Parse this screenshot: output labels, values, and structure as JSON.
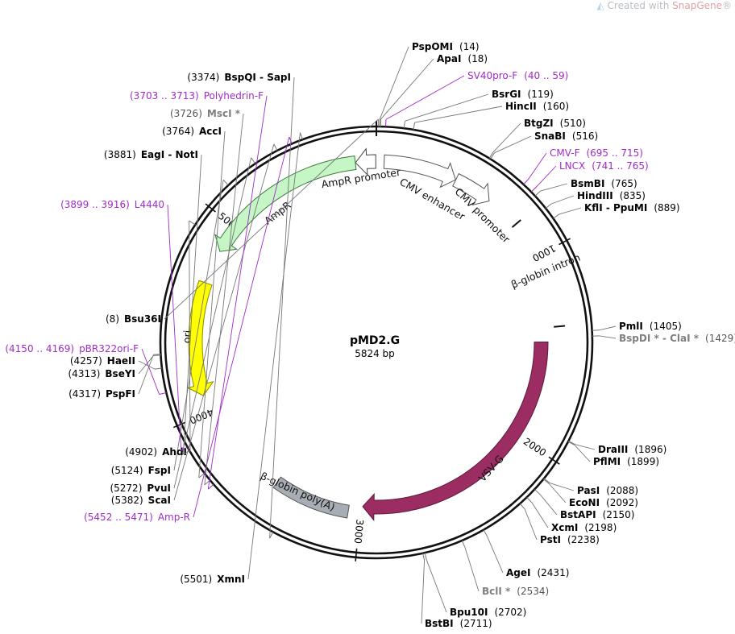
{
  "watermark": {
    "prefix": "Created with ",
    "brand": "SnapGene",
    "suffix": "®",
    "icon": "snapgene-logo-icon"
  },
  "plasmid": {
    "name": "pMD2.G",
    "length_label": "5824 bp",
    "length": 5824
  },
  "colors": {
    "AmpR": "#c6f5c6",
    "ori": "#ffff00",
    "VSV-G": "#9b2d63",
    "polyA": "#a6adb4",
    "primer": "#a02cc8",
    "outline": "#555555"
  },
  "ticks": [
    {
      "pos": 1000,
      "label": "1000"
    },
    {
      "pos": 2000,
      "label": "2000"
    },
    {
      "pos": 3000,
      "label": "3000"
    },
    {
      "pos": 4000,
      "label": "4000"
    },
    {
      "pos": 5000,
      "label": "5000"
    }
  ],
  "features": [
    {
      "name": "AmpR promoter",
      "start": 5717,
      "end": 5821,
      "dir": -1,
      "type": "promoter",
      "label": "AmpR promoter"
    },
    {
      "name": "AmpR",
      "start": 4856,
      "end": 5716,
      "dir": -1,
      "type": "cds",
      "label": "AmpR"
    },
    {
      "name": "ori",
      "start": 4091,
      "end": 4679,
      "dir": -1,
      "type": "ori",
      "label": "ori"
    },
    {
      "name": "CMV enhancer",
      "start": 40,
      "end": 420,
      "dir": 1,
      "type": "enhancer",
      "label": "CMV enhancer"
    },
    {
      "name": "CMV promoter",
      "start": 421,
      "end": 624,
      "dir": 1,
      "type": "promoter",
      "label": "CMV promoter"
    },
    {
      "name": "beta-globin intron",
      "start": 804,
      "end": 1375,
      "dir": 0,
      "type": "intron",
      "label": "β-globin intron"
    },
    {
      "name": "VSV-G",
      "start": 1454,
      "end": 2989,
      "dir": 1,
      "type": "cds",
      "label": "VSV-G"
    },
    {
      "name": "beta-globin polyA",
      "start": 3065,
      "end": 3484,
      "dir": 0,
      "type": "polyA",
      "label": "β-globin poly(A)"
    }
  ],
  "sites": [
    {
      "pos": 8,
      "name": "Bsu36I",
      "pos_label": "(8)",
      "primer": false,
      "side": "left"
    },
    {
      "pos": 14,
      "name": "PspOMI",
      "pos_label": "(14)",
      "primer": false,
      "side": "right"
    },
    {
      "pos": 18,
      "name": "ApaI",
      "pos_label": "(18)",
      "primer": false,
      "side": "right"
    },
    {
      "pos": 40,
      "name": "SV40pro-F",
      "pos_label": "(40 .. 59)",
      "primer": true,
      "side": "right"
    },
    {
      "pos": 119,
      "name": "BsrGI",
      "pos_label": "(119)",
      "primer": false,
      "side": "right"
    },
    {
      "pos": 160,
      "name": "HincII",
      "pos_label": "(160)",
      "primer": false,
      "side": "right"
    },
    {
      "pos": 510,
      "name": "BtgZI",
      "pos_label": "(510)",
      "primer": false,
      "side": "right"
    },
    {
      "pos": 516,
      "name": "SnaBI",
      "pos_label": "(516)",
      "primer": false,
      "side": "right"
    },
    {
      "pos": 695,
      "name": "CMV-F",
      "pos_label": "(695 .. 715)",
      "primer": true,
      "side": "right"
    },
    {
      "pos": 741,
      "name": "LNCX",
      "pos_label": "(741 .. 765)",
      "primer": true,
      "side": "right"
    },
    {
      "pos": 765,
      "name": "BsmBI",
      "pos_label": "(765)",
      "primer": false,
      "side": "right"
    },
    {
      "pos": 835,
      "name": "HindIII",
      "pos_label": "(835)",
      "primer": false,
      "side": "right"
    },
    {
      "pos": 889,
      "name": "KflI - PpuMI",
      "pos_label": "(889)",
      "primer": false,
      "side": "right"
    },
    {
      "pos": 1405,
      "name": "PmlI",
      "pos_label": "(1405)",
      "primer": false,
      "side": "right"
    },
    {
      "pos": 1429,
      "name": "BspDI * - ClaI *",
      "pos_label": "(1429)",
      "primer": false,
      "gray": true,
      "side": "right"
    },
    {
      "pos": 1896,
      "name": "DraIII",
      "pos_label": "(1896)",
      "primer": false,
      "side": "right"
    },
    {
      "pos": 1899,
      "name": "PflMI",
      "pos_label": "(1899)",
      "primer": false,
      "side": "right"
    },
    {
      "pos": 2088,
      "name": "PasI",
      "pos_label": "(2088)",
      "primer": false,
      "side": "right"
    },
    {
      "pos": 2092,
      "name": "EcoNI",
      "pos_label": "(2092)",
      "primer": false,
      "side": "right"
    },
    {
      "pos": 2150,
      "name": "BstAPI",
      "pos_label": "(2150)",
      "primer": false,
      "side": "right"
    },
    {
      "pos": 2198,
      "name": "XcmI",
      "pos_label": "(2198)",
      "primer": false,
      "side": "right"
    },
    {
      "pos": 2238,
      "name": "PstI",
      "pos_label": "(2238)",
      "primer": false,
      "side": "right"
    },
    {
      "pos": 2431,
      "name": "AgeI",
      "pos_label": "(2431)",
      "primer": false,
      "side": "right"
    },
    {
      "pos": 2534,
      "name": "BclI *",
      "pos_label": "(2534)",
      "primer": false,
      "gray": true,
      "side": "right"
    },
    {
      "pos": 2702,
      "name": "Bpu10I",
      "pos_label": "(2702)",
      "primer": false,
      "side": "right"
    },
    {
      "pos": 2711,
      "name": "BstBI",
      "pos_label": "(2711)",
      "primer": false,
      "side": "right"
    },
    {
      "pos": 3374,
      "name": "BspQI - SapI",
      "pos_label": "(3374)",
      "primer": false,
      "side": "left"
    },
    {
      "pos": 3703,
      "name": "Polyhedrin-F",
      "pos_label": "(3703 .. 3713)",
      "primer": true,
      "side": "left"
    },
    {
      "pos": 3726,
      "name": "MscI *",
      "pos_label": "(3726)",
      "primer": false,
      "gray": true,
      "side": "left"
    },
    {
      "pos": 3764,
      "name": "AccI",
      "pos_label": "(3764)",
      "primer": false,
      "side": "left"
    },
    {
      "pos": 3881,
      "name": "EagI - NotI",
      "pos_label": "(3881)",
      "primer": false,
      "side": "left"
    },
    {
      "pos": 3899,
      "name": "L4440",
      "pos_label": "(3899 .. 3916)",
      "primer": true,
      "side": "left"
    },
    {
      "pos": 4150,
      "name": "pBR322ori-F",
      "pos_label": "(4150 .. 4169)",
      "primer": true,
      "side": "left"
    },
    {
      "pos": 4257,
      "name": "HaeII",
      "pos_label": "(4257)",
      "primer": false,
      "side": "left"
    },
    {
      "pos": 4313,
      "name": "BseYI",
      "pos_label": "(4313)",
      "primer": false,
      "side": "left"
    },
    {
      "pos": 4317,
      "name": "PspFI",
      "pos_label": "(4317)",
      "primer": false,
      "side": "left"
    },
    {
      "pos": 4902,
      "name": "AhdI",
      "pos_label": "(4902)",
      "primer": false,
      "side": "left"
    },
    {
      "pos": 5124,
      "name": "FspI",
      "pos_label": "(5124)",
      "primer": false,
      "side": "left"
    },
    {
      "pos": 5272,
      "name": "PvuI",
      "pos_label": "(5272)",
      "primer": false,
      "side": "left"
    },
    {
      "pos": 5382,
      "name": "ScaI",
      "pos_label": "(5382)",
      "primer": false,
      "side": "left"
    },
    {
      "pos": 5452,
      "name": "Amp-R",
      "pos_label": "(5452 .. 5471)",
      "primer": true,
      "side": "left"
    },
    {
      "pos": 5501,
      "name": "XmnI",
      "pos_label": "(5501)",
      "primer": false,
      "side": "left"
    }
  ]
}
